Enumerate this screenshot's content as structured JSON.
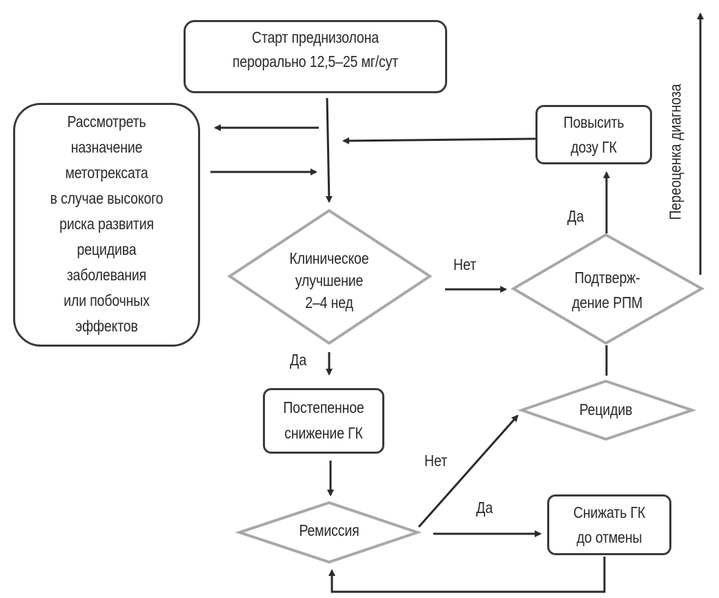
{
  "diagram": {
    "type": "flowchart",
    "colors": {
      "line": "#2a2a2a",
      "decision_border": "#a8a8a8",
      "box_border": "#3a3a3a"
    },
    "nodes": {
      "start": {
        "lines": [
          "Старт преднизолона",
          "перорально 12,5–25 мг/сут"
        ]
      },
      "methotrexate": {
        "lines": [
          "Рассмотреть",
          "назначение",
          "метотрексата",
          "в случае высокого",
          "риска развития",
          "рецидива",
          "заболевания",
          "или побочных",
          "эффектов"
        ]
      },
      "clinical_improvement": {
        "lines": [
          "Клиническое",
          "улучшение",
          "2–4 нед"
        ]
      },
      "gradual_reduction": {
        "lines": [
          "Постепенное",
          "снижение ГК"
        ]
      },
      "remission": {
        "lines": [
          "Ремиссия"
        ]
      },
      "taper_off": {
        "lines": [
          "Снижать ГК",
          "до отмены"
        ]
      },
      "relapse": {
        "lines": [
          "Рецидив"
        ]
      },
      "confirm_pmr": {
        "lines": [
          "Подтверж-",
          "дение РПМ"
        ]
      },
      "increase_dose": {
        "lines": [
          "Повысить",
          "дозу ГК"
        ]
      }
    },
    "edge_labels": {
      "improvement_yes": "Да",
      "improvement_no": "Нет",
      "confirm_yes": "Да",
      "remission_no": "Нет",
      "remission_yes": "Да"
    },
    "side_label": "Переоценка диагноза"
  }
}
